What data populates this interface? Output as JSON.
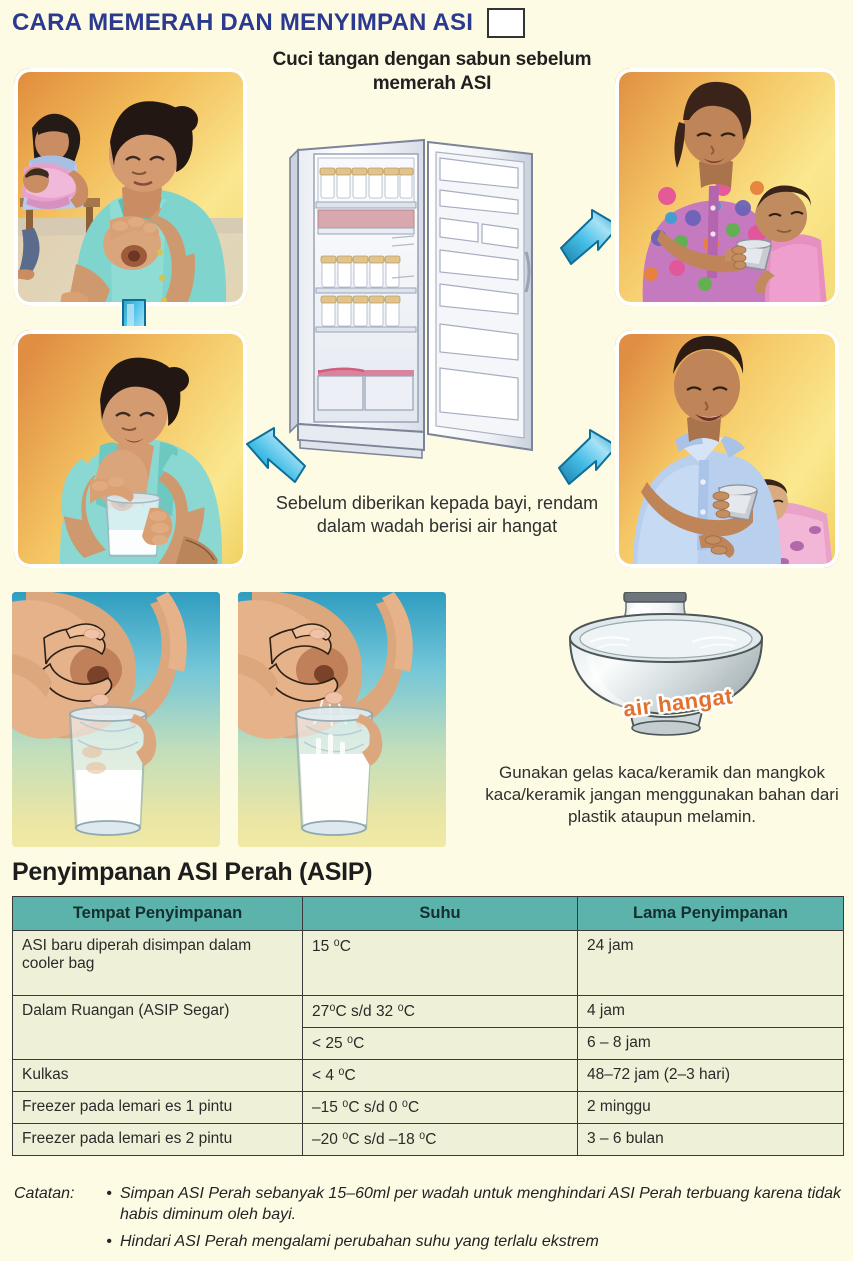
{
  "title": {
    "text": "CARA MEMERAH DAN MENYIMPAN ASI",
    "checkbox_label": ""
  },
  "captions": {
    "top": "Cuci tangan dengan sabun sebelum memerah ASI",
    "middle": "Sebelum diberikan kepada bayi, rendam dalam wadah berisi air hangat",
    "bowl": "Gunakan gelas kaca/keramik dan mangkok kaca/keramik jangan menggunakan bahan dari plastik ataupun melamin.",
    "bowl_badge": "air hangat"
  },
  "panels": [
    {
      "name": "express-mother",
      "alt": "Ibu memerah ASI dengan tangan, ayah menggendong bayi"
    },
    {
      "name": "express-glass",
      "alt": "Ibu memerah ASI ke dalam gelas"
    },
    {
      "name": "cup-feed-mother",
      "alt": "Ibu memberi ASI perah dengan cangkir kepada bayi"
    },
    {
      "name": "cup-feed-father",
      "alt": "Ayah memberi ASI perah dengan cangkir kepada bayi"
    },
    {
      "name": "breast-hand",
      "alt": "Teknik memegang payudara dengan gelas di bawahnya"
    },
    {
      "name": "breast-milk",
      "alt": "ASI mengalir ke dalam gelas"
    },
    {
      "name": "fridge",
      "alt": "Lemari es berisi botol ASI perah"
    },
    {
      "name": "warm-water-bowl",
      "alt": "Botol ASI direndam dalam mangkok berisi air hangat"
    }
  ],
  "section_heading": "Penyimpanan ASI Perah (ASIP)",
  "table": {
    "headers": [
      "Tempat Penyimpanan",
      "Suhu",
      "Lama Penyimpanan"
    ],
    "rows": [
      {
        "place": "ASI baru diperah disimpan dalam cooler bag",
        "temp": "15 ⁰C",
        "duration": "24 jam"
      },
      {
        "place": "Dalam Ruangan (ASIP Segar)",
        "temp": "27⁰C s/d 32 ⁰C",
        "duration": "4 jam"
      },
      {
        "place": "",
        "temp": "< 25 ⁰C",
        "duration": "6 – 8 jam"
      },
      {
        "place": "Kulkas",
        "temp": "< 4 ⁰C",
        "duration": "48–72 jam (2–3 hari)"
      },
      {
        "place": "Freezer  pada lemari es 1 pintu",
        "temp": "–15 ⁰C s/d 0 ⁰C",
        "duration": "2 minggu"
      },
      {
        "place": "Freezer  pada lemari es 2 pintu",
        "temp": "–20 ⁰C  s/d –18 ⁰C",
        "duration": "3 – 6 bulan"
      }
    ]
  },
  "notes": {
    "label": "Catatan:",
    "bullet": "•",
    "items": [
      "Simpan ASI Perah sebanyak 15–60ml per wadah untuk menghindari ASI Perah terbuang karena tidak habis diminum oleh bayi.",
      "Hindari ASI Perah mengalami perubahan suhu yang terlalu ekstrem"
    ]
  },
  "colors": {
    "page_background": "#fdfbe4",
    "title_blue": "#2b3a8f",
    "table_header_teal": "#5cb3ab",
    "table_cell_green": "#eef1d8",
    "arrow_blue": "#1b9fd0",
    "badge_orange": "#e2712f"
  }
}
